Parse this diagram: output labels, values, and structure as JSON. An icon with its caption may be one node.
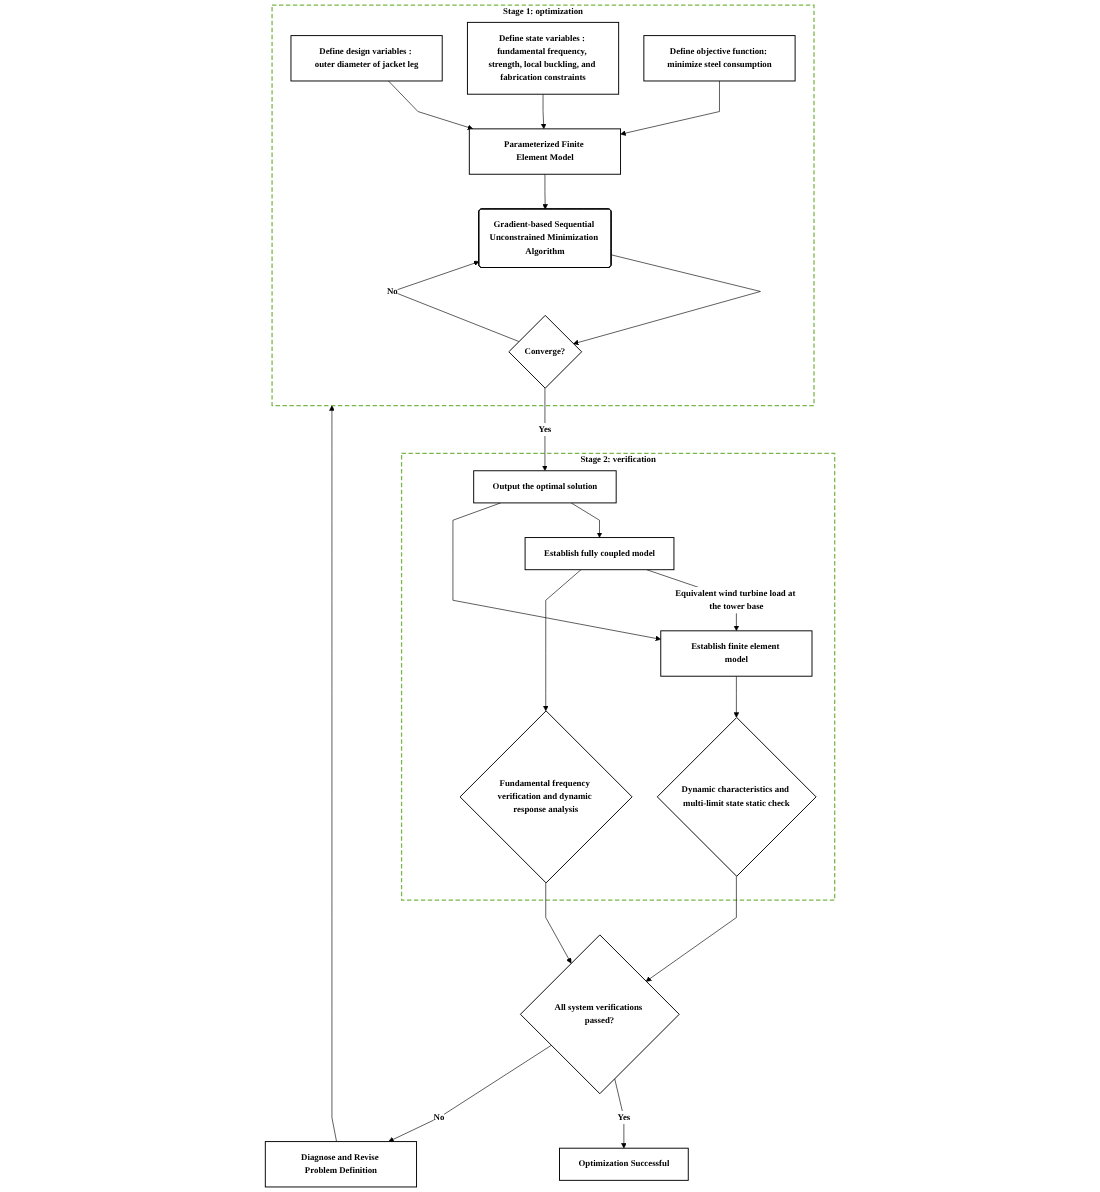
{
  "diagram": {
    "nodes": [
      {
        "text": [
          "Stage 1: optimization"
        ]
      },
      {
        "text": [
          "Define design variables : outer diameter of jacket leg"
        ],
        "in": 0
      },
      {
        "text": [
          "Define state variables : fundamental frequency, strength, local buckling, and fabrication constraints"
        ],
        "in": 0
      },
      {
        "text": [
          "Define objective function: minimize steel consumption"
        ],
        "in": 0
      },
      {
        "text": [
          "Parameterized Finite Element Model"
        ],
        "in": 0
      },
      {
        "text": [
          "Gradient-based Sequential Unconstrained Minimization Algorithm"
        ],
        "in": 0
      },
      {
        "text": [
          "Converge?"
        ],
        "in": 0
      },
      {
        "text": [
          "Stage 2: verification"
        ]
      },
      {
        "text": [
          "Output the optimal solution"
        ],
        "in": 7
      },
      {
        "text": [
          "Establish fully coupled model"
        ],
        "in": 7
      },
      {
        "text": [
          "Establish finite element model"
        ],
        "in": 7
      },
      {
        "text": [
          "Fundamental frequency verification and dynamic response analysis"
        ],
        "in": 7
      },
      {
        "text": [
          "Dynamic characteristics and multi-limit state static check"
        ],
        "in": 7
      },
      {
        "text": [
          "All system verifications passed?"
        ]
      },
      {
        "text": [
          "Optimization Successful"
        ]
      },
      {
        "text": [
          "Diagnose and Revise Problem Definition"
        ]
      }
    ],
    "edges": [
      {
        "from": 1,
        "to": 4,
        "arrow": "to"
      },
      {
        "from": 2,
        "to": 4,
        "arrow": "to"
      },
      {
        "from": 3,
        "to": 4,
        "arrow": "to"
      },
      {
        "from": 4,
        "to": 5,
        "arrow": "to"
      },
      {
        "from": 5,
        "to": 6,
        "arrow": "to"
      },
      {
        "from": 6,
        "to": 5,
        "arrow": "to",
        "label": "No"
      },
      {
        "from": 6,
        "to": 8,
        "arrow": "to",
        "label": "Yes"
      },
      {
        "from": 8,
        "to": 9,
        "arrow": "to"
      },
      {
        "from": 8,
        "to": 10,
        "arrow": "to"
      },
      {
        "from": 9,
        "to": 10,
        "arrow": "to",
        "label": "Equivalent wind turbine load at the tower base"
      },
      {
        "from": 9,
        "to": 11,
        "arrow": "to"
      },
      {
        "from": 10,
        "to": 12,
        "arrow": "to"
      },
      {
        "from": 11,
        "to": 13,
        "arrow": "to"
      },
      {
        "from": 12,
        "to": 13,
        "arrow": "to"
      },
      {
        "from": 13,
        "to": 14,
        "arrow": "to",
        "label": "Yes"
      },
      {
        "from": 13,
        "to": 15,
        "arrow": "to",
        "label": "No"
      },
      {
        "from": 15,
        "to": 0,
        "arrow": "to"
      }
    ]
  }
}
